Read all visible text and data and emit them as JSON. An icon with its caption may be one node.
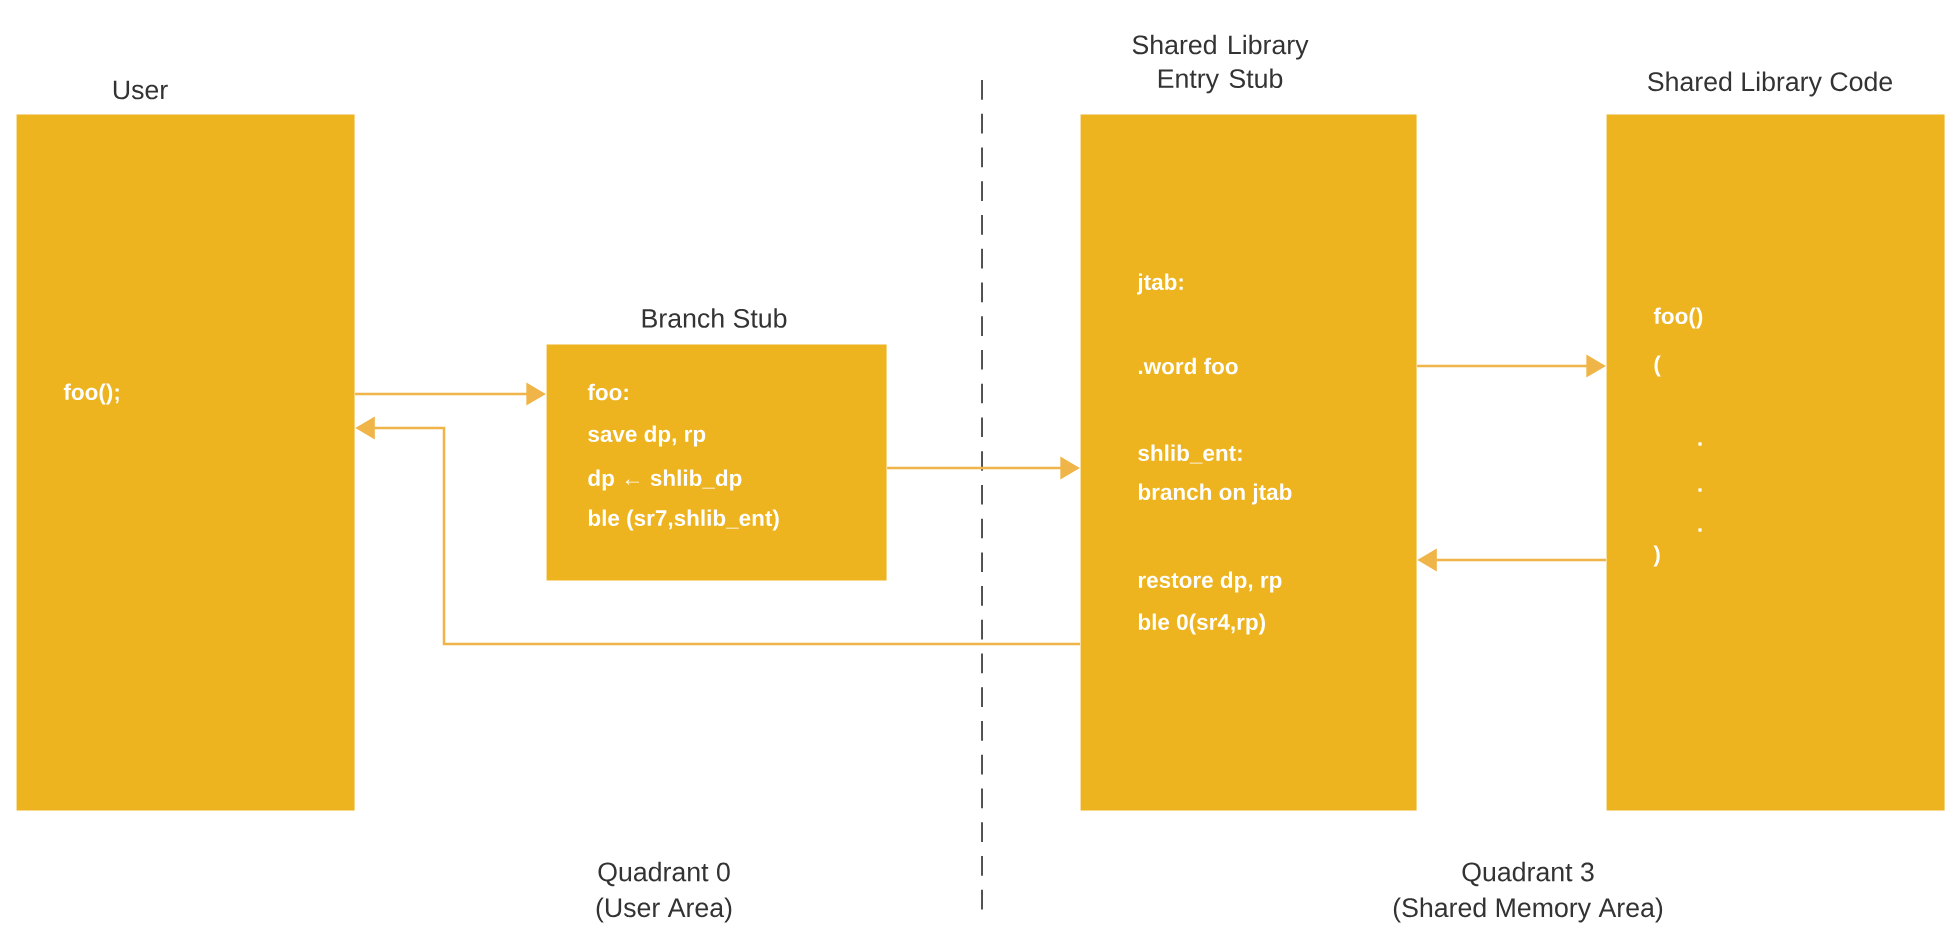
{
  "diagram": {
    "nodes": [
      {
        "text": [
          "User",
          "foo();"
        ]
      },
      {
        "text": [
          "Branch Stub",
          "foo:",
          "save dp, rp",
          "dp ← shlib_dp",
          "ble (sr7,shlib_ent)"
        ]
      },
      {
        "text": [
          "Shared Library Entry Stub",
          "jtab:",
          ".word foo",
          "shlib_ent:",
          "branch on jtab",
          "restore dp, rp",
          "ble 0(sr4,rp)"
        ]
      },
      {
        "text": [
          "Shared Library Code",
          "foo()",
          "(",
          ".",
          ".",
          ".",
          ")"
        ]
      }
    ],
    "edges": [
      {
        "from": 0,
        "to": 1,
        "arrow": "to"
      },
      {
        "from": 1,
        "to": 2,
        "arrow": "to"
      },
      {
        "from": 2,
        "to": 3,
        "arrow": "to"
      },
      {
        "from": 3,
        "to": 2,
        "arrow": "to"
      },
      {
        "from": 2,
        "to": 0,
        "arrow": "to"
      }
    ],
    "labels": [
      "Quadrant 0",
      "(User Area)",
      "Quadrant 3",
      "(Shared Memory Area)"
    ]
  }
}
